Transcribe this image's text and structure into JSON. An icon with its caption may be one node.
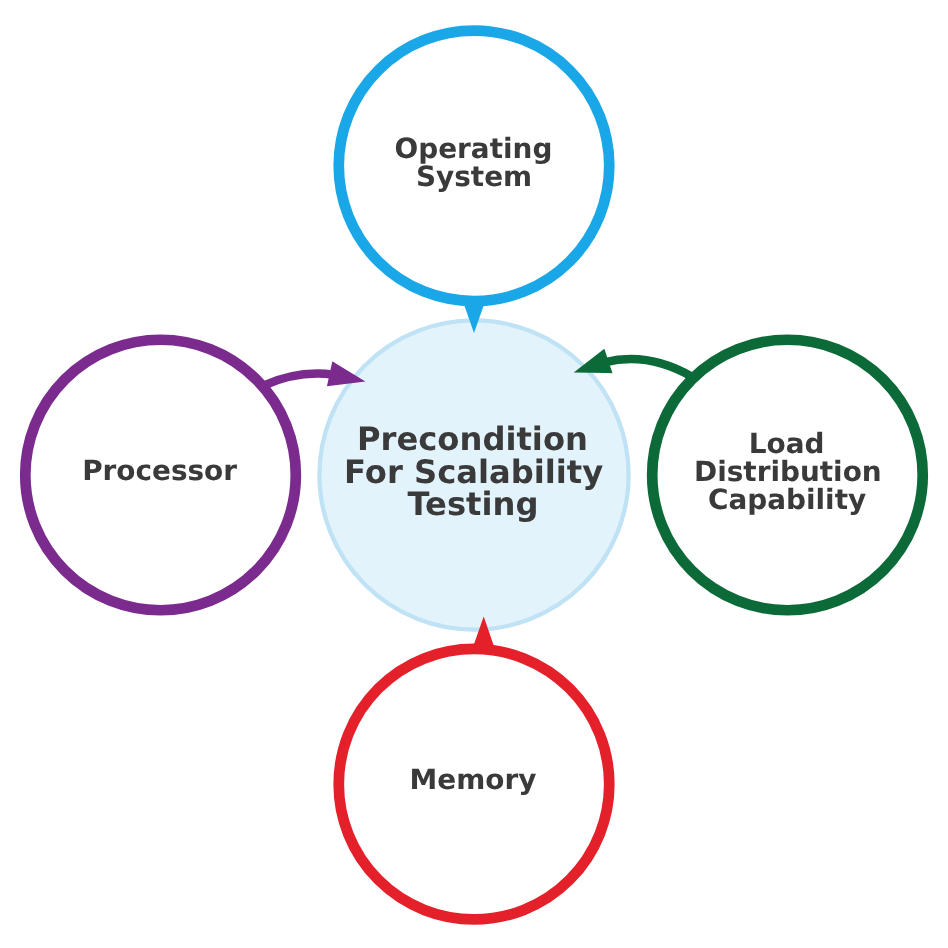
{
  "diagram": {
    "nodes": [
      {
        "text": [
          "Operating System"
        ]
      },
      {
        "text": [
          "Processor"
        ]
      },
      {
        "text": [
          "Precondition For Scalability Testing"
        ]
      },
      {
        "text": [
          "Load Distribution Capability"
        ]
      },
      {
        "text": [
          "Memory"
        ]
      }
    ],
    "edges": [
      {
        "from": 0,
        "to": 2,
        "arrow": "to",
        "color": "#1aa7e8"
      },
      {
        "from": 3,
        "to": 2,
        "arrow": "to",
        "color": "#0b6a38"
      },
      {
        "from": 4,
        "to": 2,
        "arrow": "to",
        "color": "#e4202a"
      },
      {
        "from": 1,
        "to": 2,
        "arrow": "to",
        "color": "#7b2a8e"
      }
    ]
  }
}
